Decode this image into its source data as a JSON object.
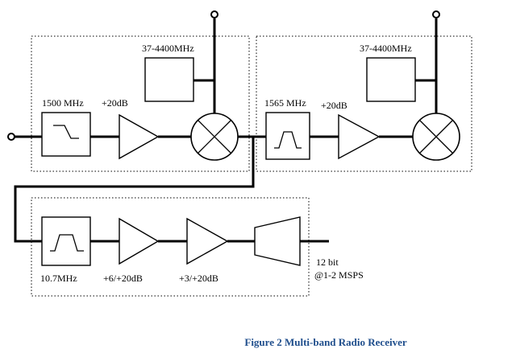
{
  "stage1": {
    "lo_label": "37-4400MHz",
    "filter_label": "1500 MHz",
    "amp_label": "+20dB"
  },
  "stage2": {
    "lo_label": "37-4400MHz",
    "filter_label": "1565 MHz",
    "amp_label": "+20dB"
  },
  "stage3": {
    "filter_label": "10.7MHz",
    "amp1_label": "+6/+20dB",
    "amp2_label": "+3/+20dB",
    "adc_label_line1": "12 bit",
    "adc_label_line2": "@1-2 MSPS"
  },
  "caption": "Figure 2 Multi-band Radio Receiver"
}
